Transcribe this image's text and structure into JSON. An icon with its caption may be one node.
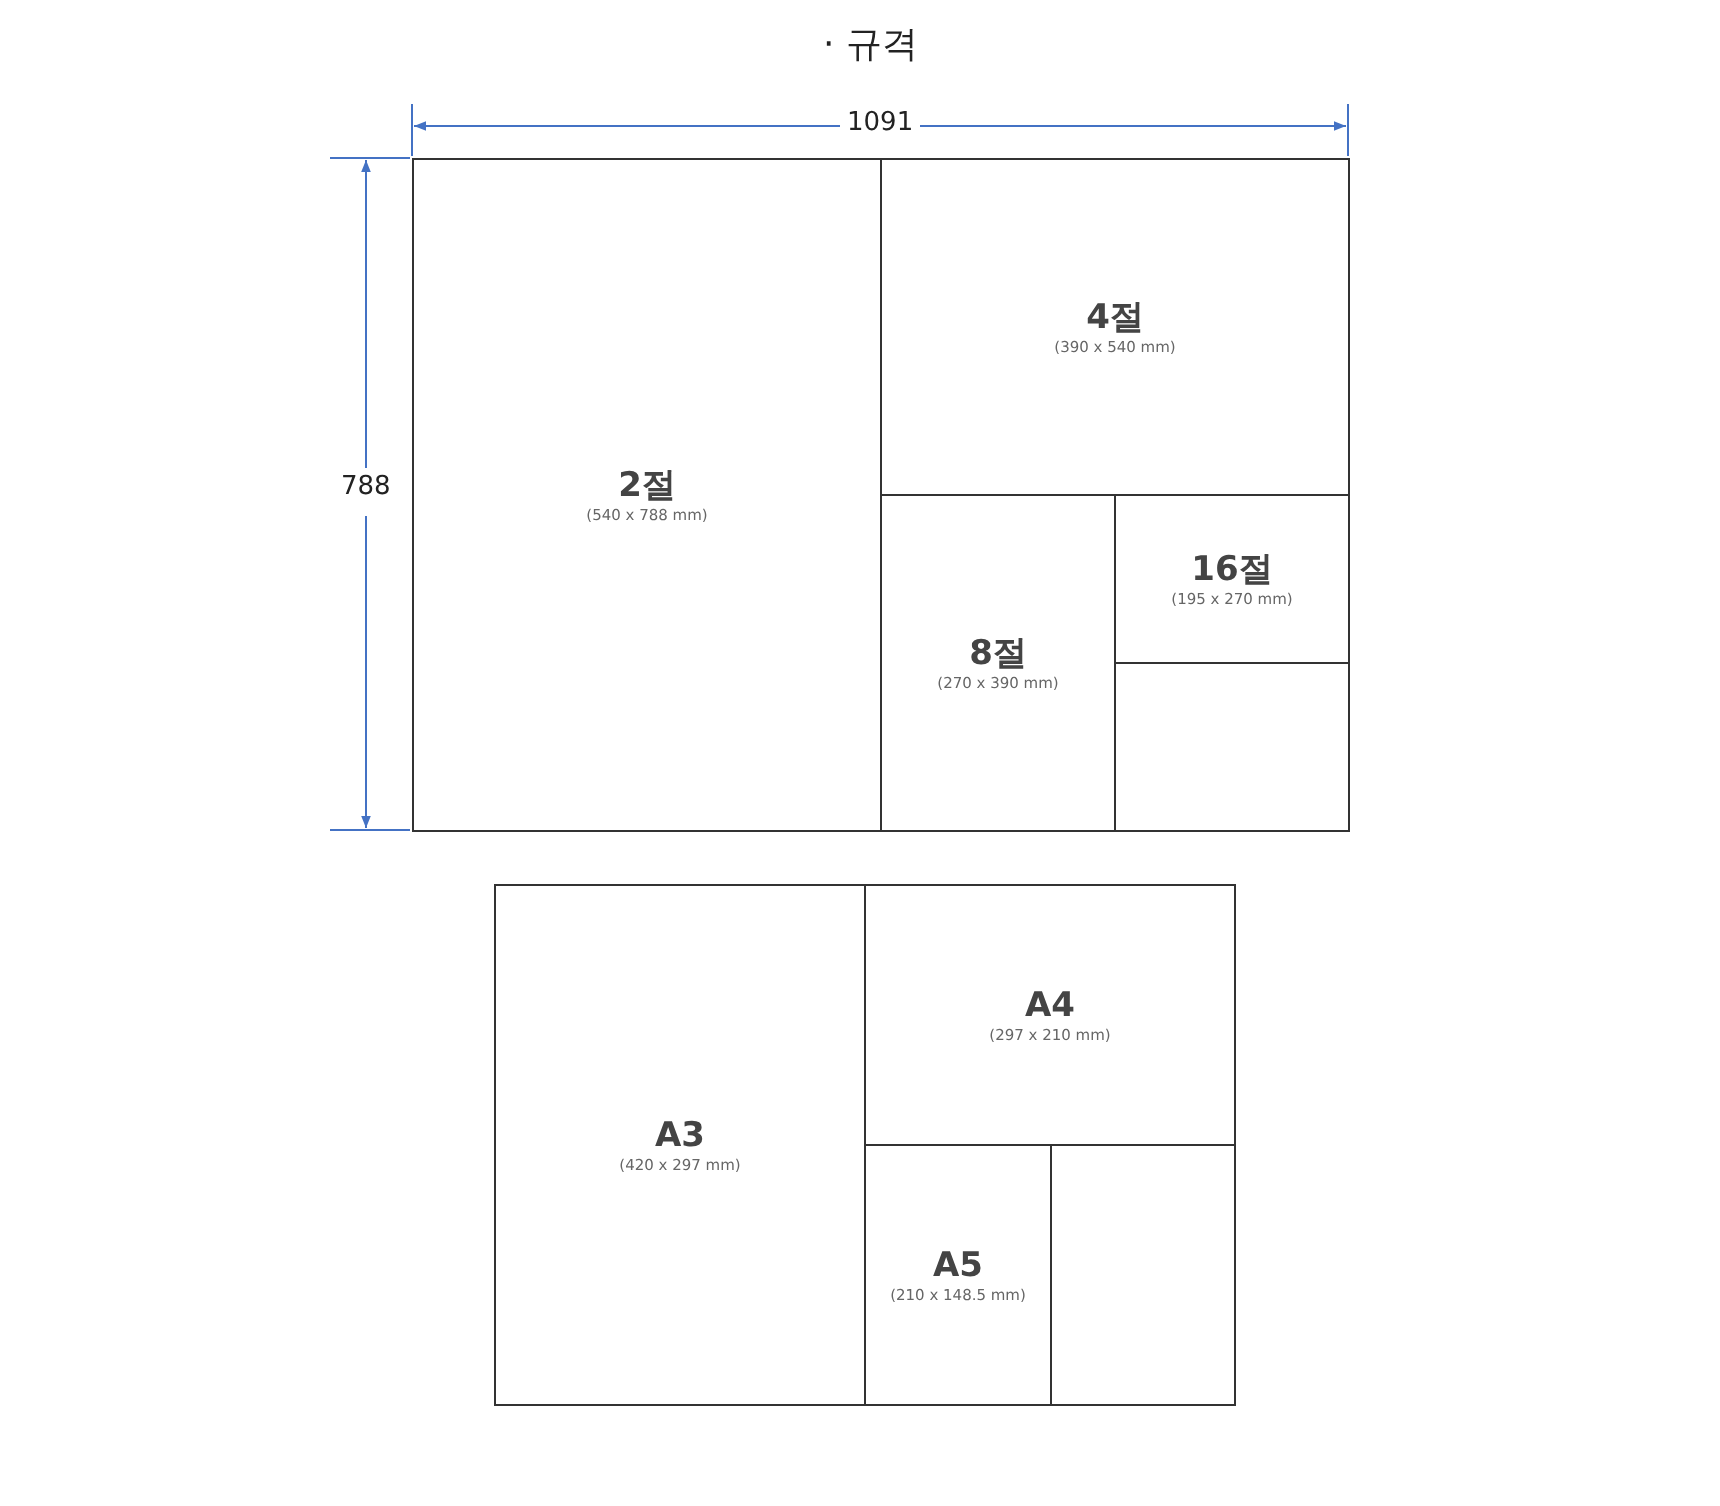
{
  "diagram": {
    "title": "· 규격",
    "nodes": [
      {
        "text": [
          "2절",
          "(540 x 788 mm)"
        ]
      },
      {
        "text": [
          "4절",
          "(390 x 540 mm)"
        ]
      },
      {
        "text": [
          "8절",
          "(270 x 390 mm)"
        ]
      },
      {
        "text": [
          "16절",
          "(195 x 270 mm)"
        ]
      },
      {
        "text": [],
        "shape": "box"
      },
      {
        "text": [
          "A3",
          "(420 x 297 mm)"
        ]
      },
      {
        "text": [
          "A4",
          "(297 x 210 mm)"
        ]
      },
      {
        "text": [
          "A5",
          "(210 x 148.5 mm)"
        ]
      },
      {
        "text": [],
        "shape": "box"
      }
    ],
    "labels": [
      "1091",
      "788"
    ]
  }
}
